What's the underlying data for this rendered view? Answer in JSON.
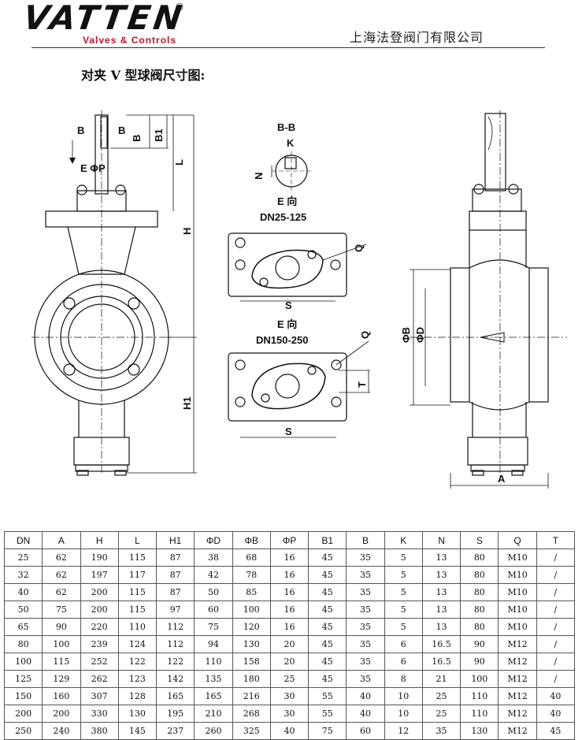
{
  "header": {
    "logo_text": "VATTEN",
    "logo_registered": "®",
    "logo_subtitle": "Valves & Controls",
    "company": "上海法登阀门有限公司"
  },
  "title": "对夹 V 型球阀尺寸图:",
  "drawing": {
    "labels": {
      "b_left": "B",
      "b_mid": "B",
      "b_rot": "B",
      "b1": "B1",
      "l": "L",
      "e_phip": "E ΦP",
      "h": "H",
      "h1": "H1",
      "section": "B-B",
      "k": "K",
      "n": "N",
      "e_dir_1": "E 向",
      "dn_1": "DN25-125",
      "q1": "Q",
      "s1": "S",
      "e_dir_2": "E 向",
      "dn_2": "DN150-250",
      "q2": "Q",
      "t": "T",
      "s2": "S",
      "phi_b": "ΦB",
      "phi_d": "ΦD",
      "a": "A"
    }
  },
  "table": {
    "headers": [
      "DN",
      "A",
      "H",
      "L",
      "H1",
      "ΦD",
      "ΦB",
      "ΦP",
      "B1",
      "B",
      "K",
      "N",
      "S",
      "Q",
      "T"
    ],
    "rows": [
      [
        "25",
        "62",
        "190",
        "115",
        "87",
        "38",
        "68",
        "16",
        "45",
        "35",
        "5",
        "13",
        "80",
        "M10",
        "/"
      ],
      [
        "32",
        "62",
        "197",
        "117",
        "87",
        "42",
        "78",
        "16",
        "45",
        "35",
        "5",
        "13",
        "80",
        "M10",
        "/"
      ],
      [
        "40",
        "62",
        "200",
        "115",
        "87",
        "50",
        "85",
        "16",
        "45",
        "35",
        "5",
        "13",
        "80",
        "M10",
        "/"
      ],
      [
        "50",
        "75",
        "200",
        "115",
        "97",
        "60",
        "100",
        "16",
        "45",
        "35",
        "5",
        "13",
        "80",
        "M10",
        "/"
      ],
      [
        "65",
        "90",
        "220",
        "110",
        "112",
        "75",
        "120",
        "16",
        "45",
        "35",
        "5",
        "13",
        "80",
        "M10",
        "/"
      ],
      [
        "80",
        "100",
        "239",
        "124",
        "112",
        "94",
        "130",
        "20",
        "45",
        "35",
        "6",
        "16.5",
        "90",
        "M12",
        "/"
      ],
      [
        "100",
        "115",
        "252",
        "122",
        "122",
        "110",
        "158",
        "20",
        "45",
        "35",
        "6",
        "16.5",
        "90",
        "M12",
        "/"
      ],
      [
        "125",
        "129",
        "262",
        "123",
        "142",
        "135",
        "180",
        "25",
        "45",
        "35",
        "8",
        "21",
        "100",
        "M12",
        "/"
      ],
      [
        "150",
        "160",
        "307",
        "128",
        "165",
        "165",
        "216",
        "30",
        "55",
        "40",
        "10",
        "25",
        "110",
        "M12",
        "40"
      ],
      [
        "200",
        "200",
        "330",
        "130",
        "195",
        "210",
        "268",
        "30",
        "55",
        "40",
        "10",
        "25",
        "110",
        "M12",
        "40"
      ],
      [
        "250",
        "240",
        "380",
        "145",
        "237",
        "260",
        "325",
        "40",
        "75",
        "60",
        "12",
        "35",
        "130",
        "M12",
        "45"
      ]
    ]
  }
}
